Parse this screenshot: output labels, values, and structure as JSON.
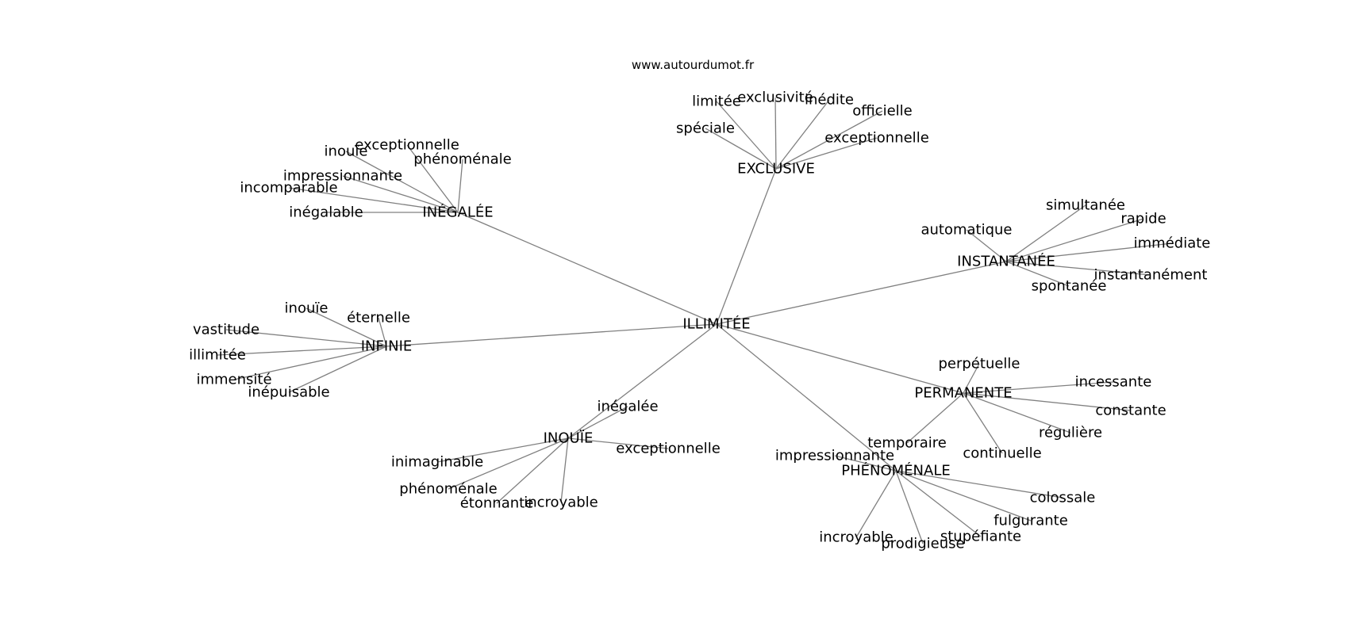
{
  "website": "www.autourdumot.fr",
  "edge_color": "#808080",
  "text_color": "#000000",
  "graph": {
    "center": "ILLIMITÉE",
    "groups": [
      {
        "hub": "EXCLUSIVE",
        "words": [
          "limitée",
          "exclusivité",
          "inédite",
          "officielle",
          "spéciale",
          "exceptionnelle"
        ]
      },
      {
        "hub": "INÉGALÉE",
        "words": [
          "exceptionnelle",
          "inouïe",
          "phénoménale",
          "impressionnante",
          "incomparable",
          "inégalable"
        ]
      },
      {
        "hub": "INSTANTANÉE",
        "words": [
          "simultanée",
          "rapide",
          "automatique",
          "immédiate",
          "instantanément",
          "spontanée"
        ]
      },
      {
        "hub": "INFINIE",
        "words": [
          "inouïe",
          "éternelle",
          "vastitude",
          "illimitée",
          "immensité",
          "inépuisable"
        ]
      },
      {
        "hub": "PERMANENTE",
        "words": [
          "perpétuelle",
          "incessante",
          "constante",
          "régulière",
          "continuelle",
          "temporaire"
        ]
      },
      {
        "hub": "INOUÏE",
        "words": [
          "inégalée",
          "exceptionnelle",
          "inimaginable",
          "phénoménale",
          "étonnante",
          "incroyable"
        ]
      },
      {
        "hub": "PHÉNOMÉNALE",
        "words": [
          "impressionnante",
          "colossale",
          "fulgurante",
          "stupéfiante",
          "prodigieuse",
          "incroyable"
        ]
      }
    ]
  }
}
